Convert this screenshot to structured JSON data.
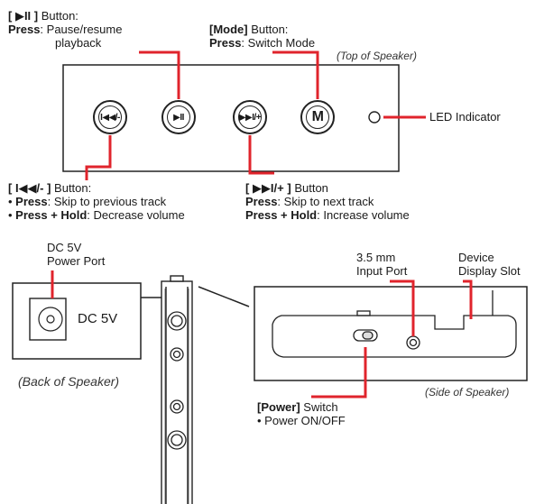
{
  "play_callout": {
    "title_icon": "[ ▶II ]",
    "title_rest": " Button:",
    "press_label": "Press",
    "press_text": ": Pause/resume",
    "press_text_2": "playback"
  },
  "mode_callout": {
    "title_bold": "[Mode]",
    "title_rest": " Button:",
    "press_label": "Press",
    "press_text": ": Switch Mode"
  },
  "top_caption": "(Top of Speaker)",
  "led_label": "LED Indicator",
  "buttons": {
    "prev": "I◀◀/-",
    "play": "▶II",
    "next": "▶▶I/+",
    "mode": "M"
  },
  "prev_callout": {
    "title_icon": "[ I◀◀/- ]",
    "title_rest": " Button:",
    "line1_bullet": "• ",
    "line1_label": "Press",
    "line1_text": ": Skip to previous track",
    "line2_bullet": "• ",
    "line2_label": "Press + Hold",
    "line2_text": ": Decrease volume"
  },
  "next_callout": {
    "title_icon": "[ ▶▶I/+ ]",
    "title_rest": " Button",
    "line1_label": "Press",
    "line1_text": ": Skip to next track",
    "line2_label": "Press + Hold",
    "line2_text": ": Increase volume"
  },
  "dc_port": {
    "title_line1": "DC 5V",
    "title_line2": "Power Port",
    "panel_text": "DC 5V"
  },
  "back_caption": "(Back of Speaker)",
  "input_port": {
    "line1": "3.5 mm",
    "line2": "Input Port"
  },
  "device_slot": {
    "line1": "Device",
    "line2": "Display Slot"
  },
  "side_caption": "(Side of Speaker)",
  "power_callout": {
    "title_bold": "[Power]",
    "title_rest": " Switch",
    "bullet_text": "• Power ON/OFF"
  },
  "colors": {
    "callout_red": "#e0242c",
    "ink": "#1a1a1a"
  }
}
